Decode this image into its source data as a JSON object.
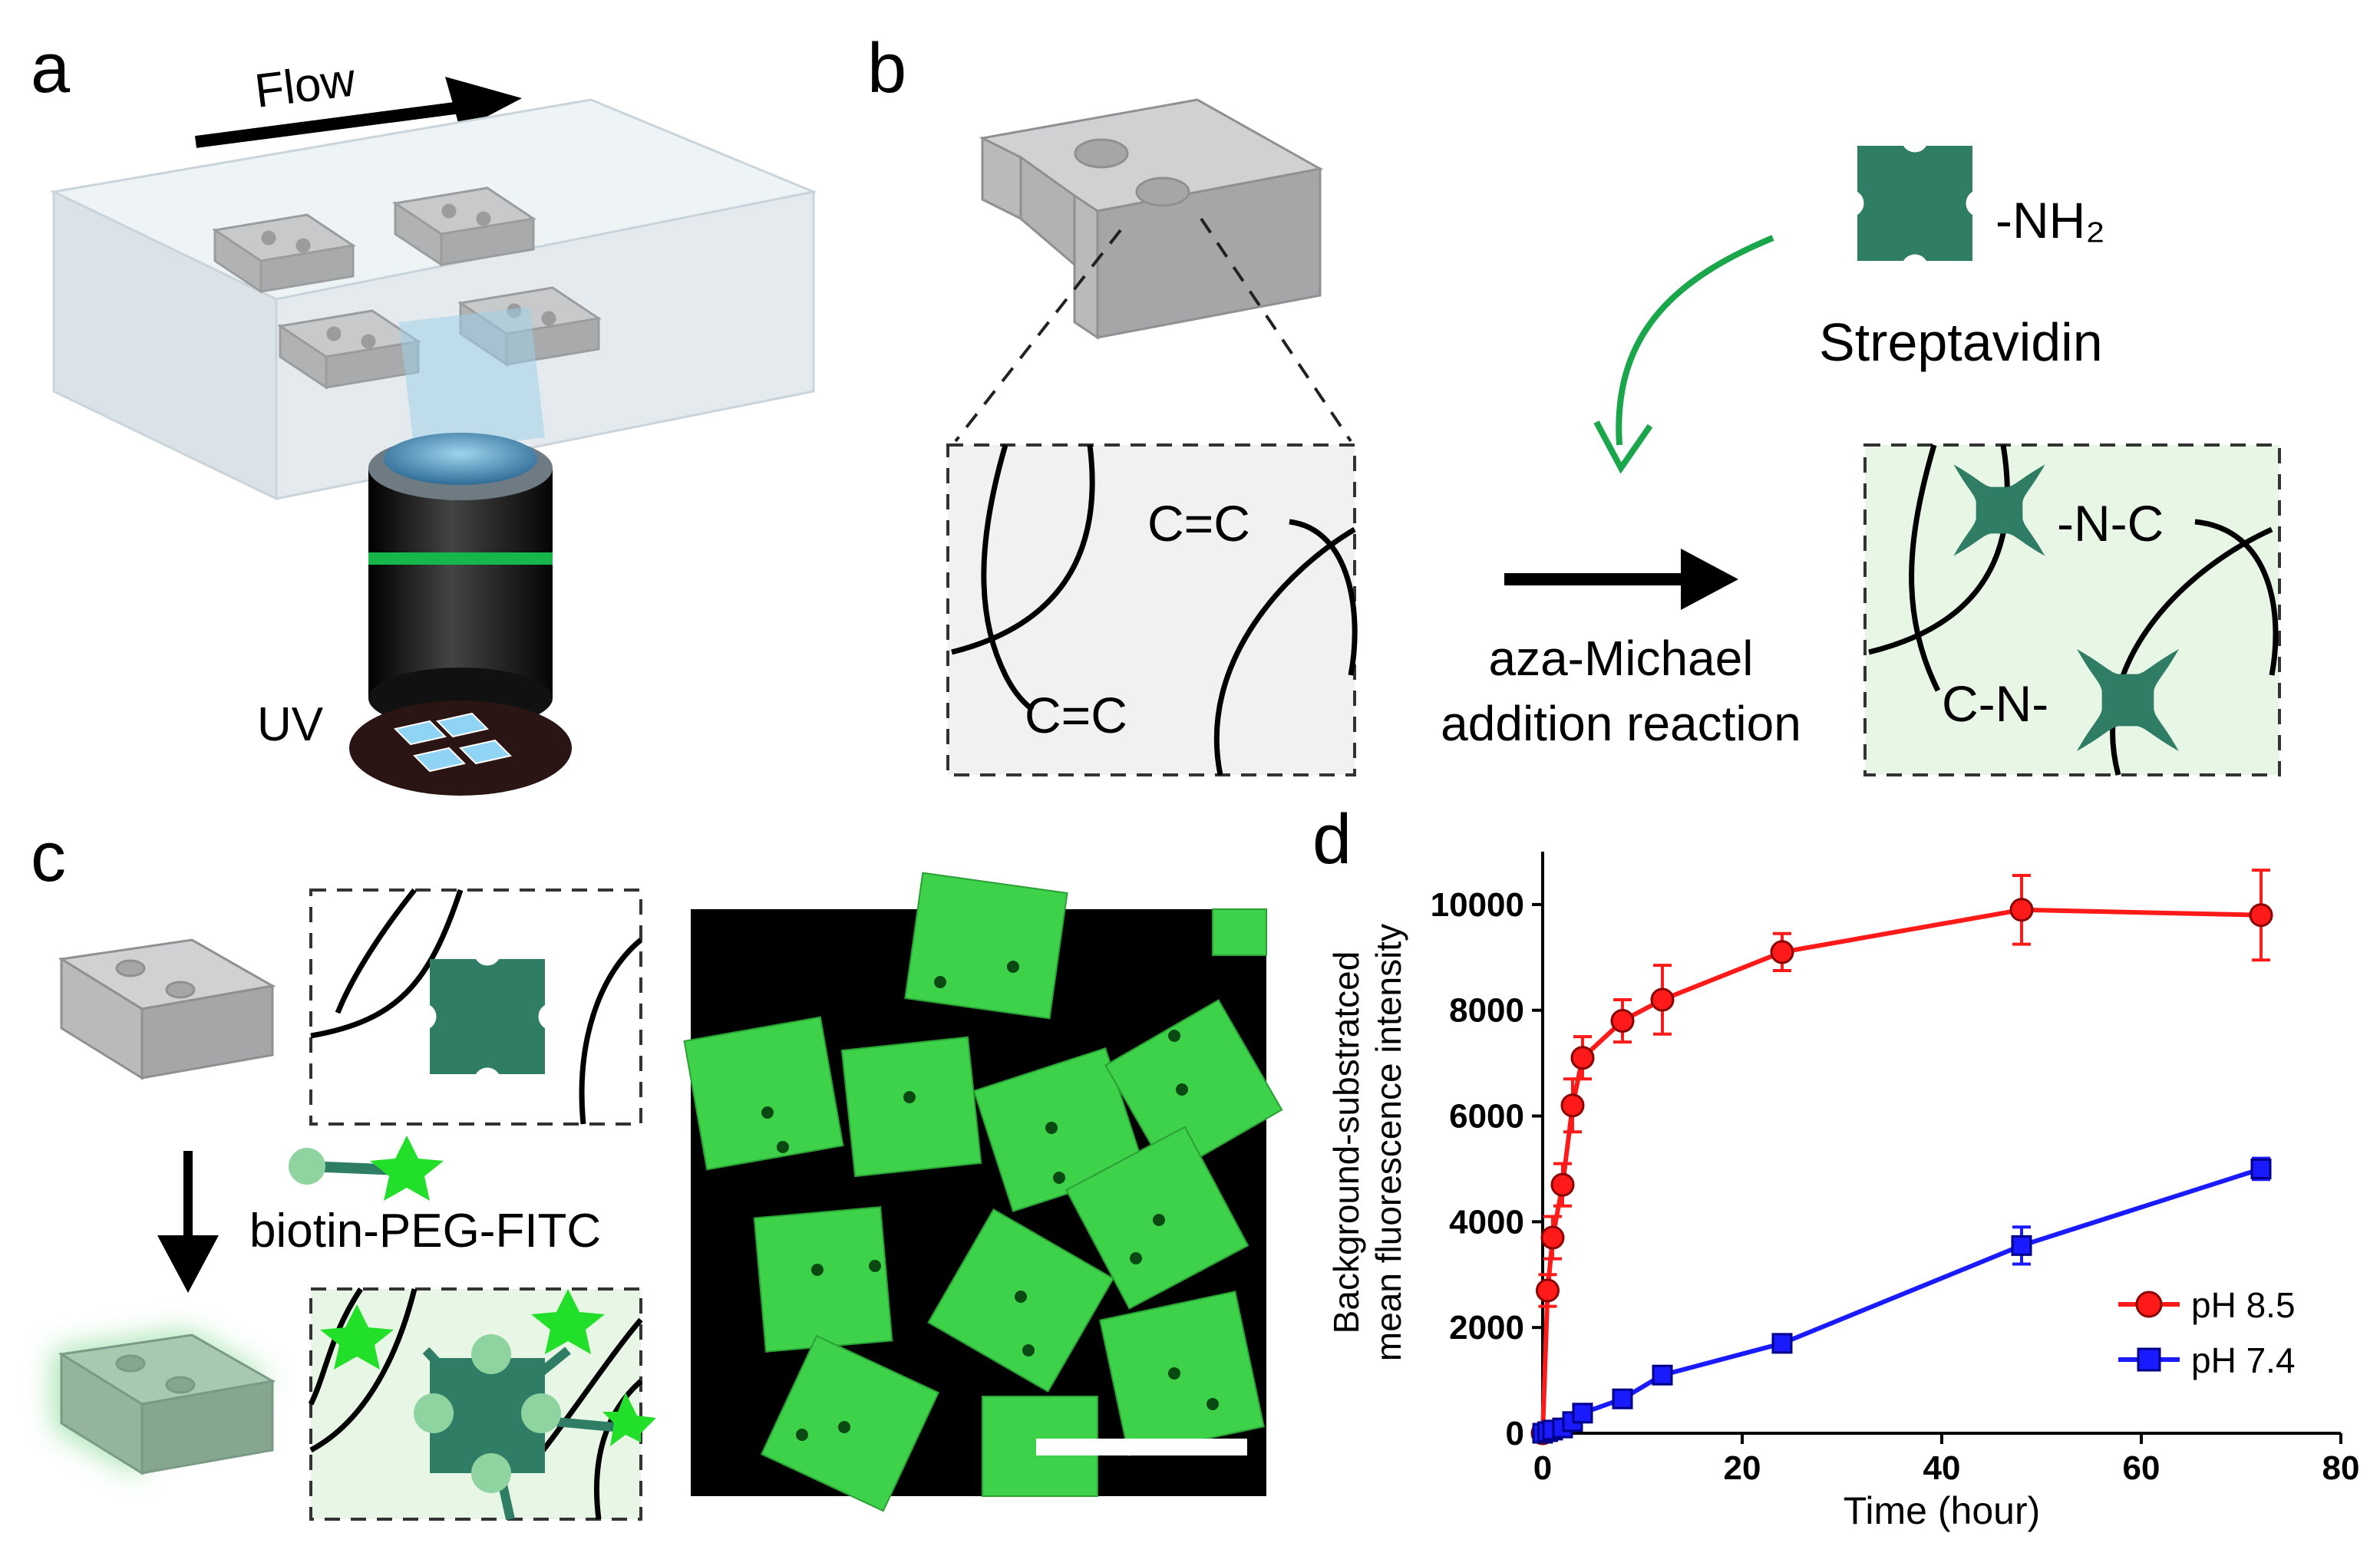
{
  "panels": {
    "a": {
      "label": "a",
      "flow_label": "Flow",
      "uv_label": "UV"
    },
    "b": {
      "label": "b",
      "cc_top": "C=C",
      "cc_bottom": "C=C",
      "nh2_label": "-NH₂",
      "streptavidin_label": "Streptavidin",
      "reaction_line1": "aza-Michael",
      "reaction_line2": "addition reaction",
      "nc_label": "-N-C",
      "cn_label": "C-N-"
    },
    "c": {
      "label": "c",
      "biotin_label": "biotin-PEG-FITC"
    },
    "d": {
      "label": "d"
    }
  },
  "colors": {
    "streptavidin": "#2e7d64",
    "fitc_green": "#22e02a",
    "microscopy_green": "#3ed14a",
    "ph85": "#ff1a1a",
    "ph74": "#1a1aff",
    "arrow_green": "#1aa64a"
  },
  "chart_data": {
    "type": "line",
    "xlabel": "Time (hour)",
    "ylabel_line1": "Background-substratced",
    "ylabel_line2": "mean fluorescence intensity",
    "xlim": [
      0,
      80
    ],
    "ylim": [
      0,
      11000
    ],
    "xticks": [
      0,
      20,
      40,
      60,
      80
    ],
    "yticks": [
      0,
      2000,
      4000,
      6000,
      8000,
      10000
    ],
    "legend_position": "bottom-right",
    "series": [
      {
        "name": "pH 8.5",
        "color": "#ff1a1a",
        "marker": "circle",
        "x": [
          0,
          0.5,
          1,
          2,
          3,
          4,
          8,
          12,
          24,
          48,
          72
        ],
        "y": [
          0,
          2700,
          3700,
          4700,
          6200,
          7100,
          7800,
          8200,
          9100,
          9900,
          9800
        ],
        "err": [
          0,
          300,
          400,
          400,
          500,
          400,
          400,
          650,
          350,
          650,
          850
        ]
      },
      {
        "name": "pH 7.4",
        "color": "#1a1aff",
        "marker": "square",
        "x": [
          0,
          0.5,
          1,
          2,
          3,
          4,
          8,
          12,
          24,
          48,
          72
        ],
        "y": [
          0,
          30,
          60,
          100,
          220,
          380,
          650,
          1100,
          1700,
          3550,
          5000
        ],
        "err": [
          0,
          0,
          0,
          0,
          0,
          0,
          0,
          0,
          0,
          350,
          200
        ]
      }
    ]
  }
}
